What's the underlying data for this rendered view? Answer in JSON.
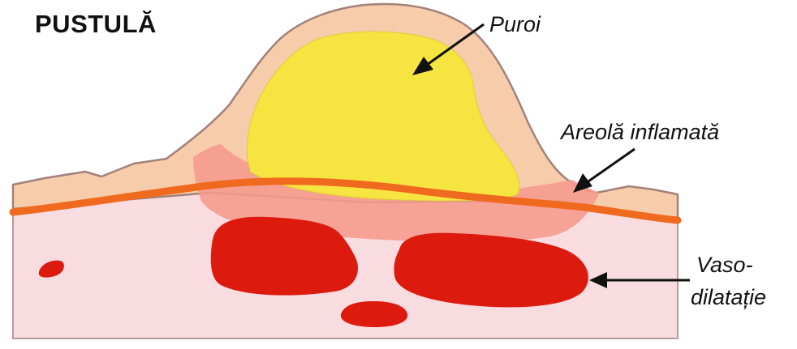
{
  "title": "PUSTULĂ",
  "labels": {
    "pus": "Puroi",
    "areola": "Areolă inflamată",
    "vasodilation_line1": "Vaso-",
    "vasodilation_line2": "dilatație"
  },
  "colors": {
    "skin": "#f7ccaa",
    "skin_outline": "#a3817a",
    "pus": "#f6e441",
    "dermis": "#f8dce0",
    "inflamed_areola": "#f59a8c",
    "vessel_line": "#ef6a1f",
    "vessels": "#dd1a0e",
    "text": "#111111"
  }
}
